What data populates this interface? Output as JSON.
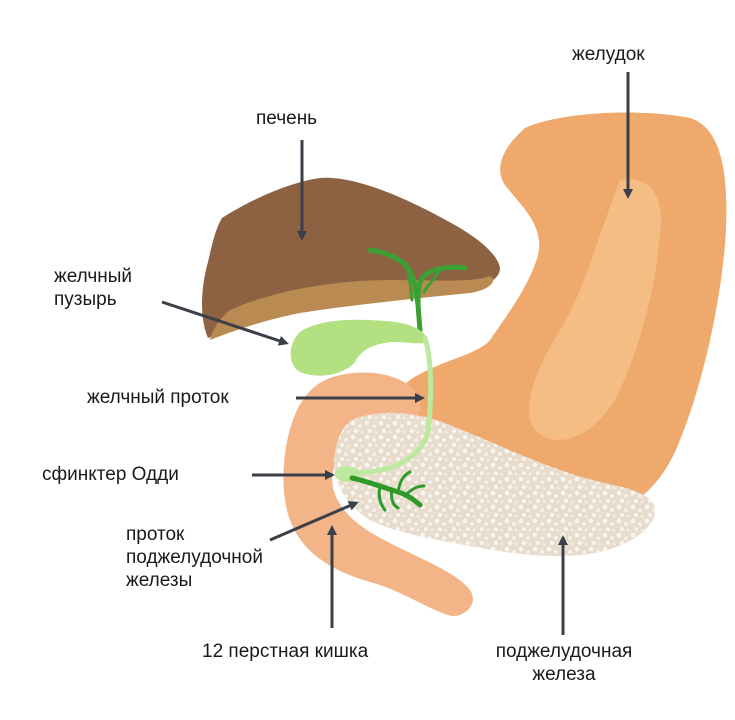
{
  "labels": {
    "stomach": "желудок",
    "liver": "печень",
    "gallbladder": [
      "желчный",
      "пузырь"
    ],
    "bile_duct": "желчный проток",
    "sphincter": "сфинктер Одди",
    "pancreatic_duct": [
      "проток",
      "поджелудочной",
      "железы"
    ],
    "duodenum": "12 перстная кишка",
    "pancreas": [
      "поджелудочная",
      "железа"
    ]
  },
  "colors": {
    "stomach": "#efa96c",
    "stomach_highlight": "#f4bd84",
    "duodenum": "#f3b487",
    "liver": "#8c6243",
    "liver_lower": "#b98a52",
    "gallbladder": "#b3e182",
    "bile_duct": "#bde8a0",
    "liver_ducts": "#3aa132",
    "pancreatic_duct": "#2f9a2a",
    "pancreas": "#e8dccd",
    "pancreas_speckle": "#ffffff",
    "arrow": "#3a3f4a",
    "text": "#1a1a1a"
  }
}
